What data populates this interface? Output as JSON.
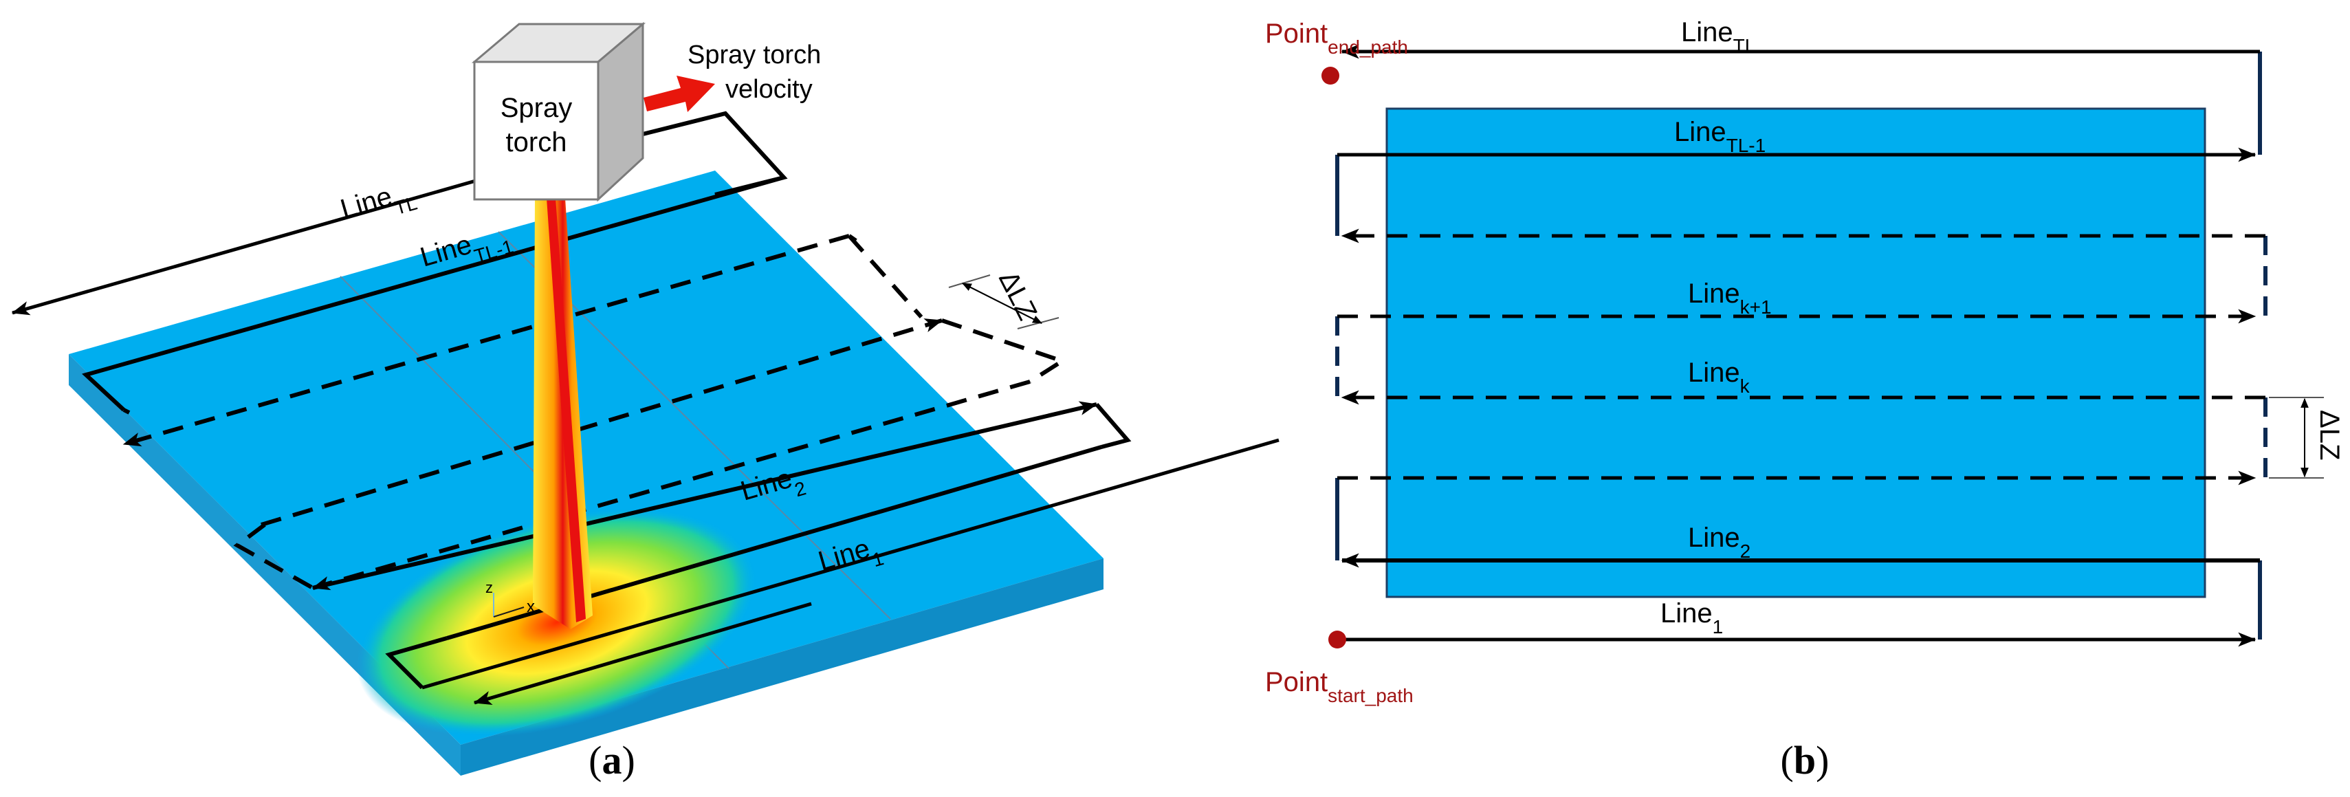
{
  "panel_a": {
    "caption": {
      "open": "(",
      "letter": "a",
      "close": ")"
    },
    "torch_label_line1": "Spray",
    "torch_label_line2": "torch",
    "velocity_line1": "Spray torch",
    "velocity_line2": "velocity",
    "lines": {
      "tl": {
        "base": "Line",
        "sub": "TL"
      },
      "tl1": {
        "base": "Line",
        "sub": "TL-1"
      },
      "l2": {
        "base": "Line",
        "sub": "2"
      },
      "l1": {
        "base": "Line",
        "sub": "1"
      }
    },
    "delta": "ΔLZ",
    "axis_x": "x",
    "axis_z": "z"
  },
  "panel_b": {
    "caption": {
      "open": "(",
      "letter": "b",
      "close": ")"
    },
    "point_end": {
      "base": "Point",
      "sub": "end_path"
    },
    "point_start": {
      "base": "Point",
      "sub": "start_path"
    },
    "lines": {
      "tl": {
        "base": "Line",
        "sub": "TL"
      },
      "tl1": {
        "base": "Line",
        "sub": "TL-1"
      },
      "k1": {
        "base": "Line",
        "sub": "k+1"
      },
      "k": {
        "base": "Line",
        "sub": "k"
      },
      "l2": {
        "base": "Line",
        "sub": "2"
      },
      "l1": {
        "base": "Line",
        "sub": "1"
      }
    },
    "delta": "ΔLZ"
  },
  "colors": {
    "plate_top": "#00aeef",
    "plate_side": "#1c9fd8",
    "plate_b": "#00aeef",
    "path": "#000000",
    "connector_b": "#0d2a52",
    "point": "#b01010",
    "velocity_arrow": "#e8160c"
  }
}
